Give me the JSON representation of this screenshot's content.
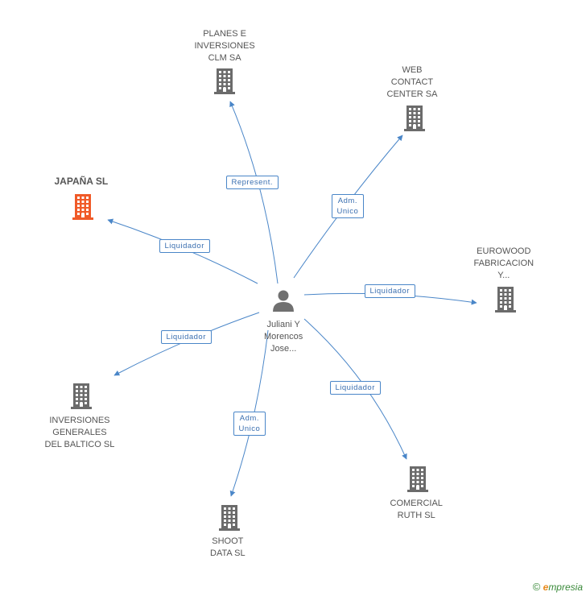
{
  "center": {
    "name": "Juliani Y\nMorencos\nJose..."
  },
  "nodes": [
    {
      "id": "planes",
      "name": "PLANES E\nINVERSIONES\nCLM SA",
      "highlight": false
    },
    {
      "id": "web",
      "name": "WEB\nCONTACT\nCENTER SA",
      "highlight": false
    },
    {
      "id": "japana",
      "name": "JAPAÑA SL",
      "highlight": true
    },
    {
      "id": "eurowood",
      "name": "EUROWOOD\nFABRICACION\nY...",
      "highlight": false
    },
    {
      "id": "inversiones",
      "name": "INVERSIONES\nGENERALES\nDEL BALTICO SL",
      "highlight": false
    },
    {
      "id": "comercial",
      "name": "COMERCIAL\nRUTH SL",
      "highlight": false
    },
    {
      "id": "shoot",
      "name": "SHOOT\nDATA SL",
      "highlight": false
    }
  ],
  "edges": [
    {
      "to": "planes",
      "label": "Represent."
    },
    {
      "to": "web",
      "label": "Adm.\nUnico"
    },
    {
      "to": "japana",
      "label": "Liquidador"
    },
    {
      "to": "eurowood",
      "label": "Liquidador"
    },
    {
      "to": "inversiones",
      "label": "Liquidador"
    },
    {
      "to": "comercial",
      "label": "Liquidador"
    },
    {
      "to": "shoot",
      "label": "Adm.\nUnico"
    }
  ],
  "colors": {
    "edge": "#4a86c8",
    "building": "#6b6b6b",
    "highlight_building": "#f05a28",
    "person": "#707070"
  },
  "footer": {
    "copyright": "©",
    "brand_initial": "e",
    "brand_rest": "mpresia"
  }
}
